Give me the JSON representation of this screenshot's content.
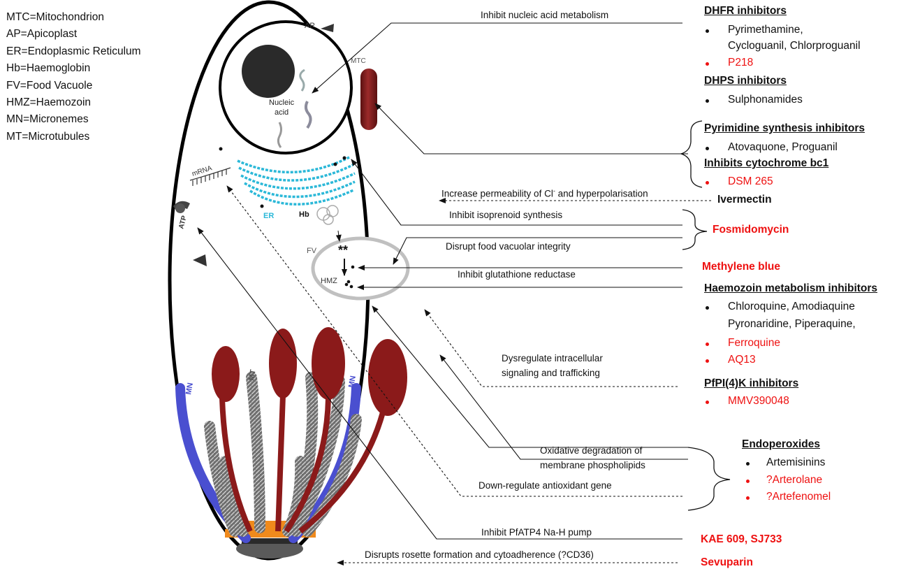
{
  "legend": [
    "MTC=Mitochondrion",
    "AP=Apicoplast",
    "ER=Endoplasmic Reticulum",
    "Hb=Haemoglobin",
    "FV=Food Vacuole",
    "HMZ=Haemozoin",
    "MN=Micronemes",
    "MT=Microtubules"
  ],
  "cell_labels": {
    "ap": "AP",
    "mtc": "MTC",
    "nucleic_acid": "Nucleic acid",
    "mrna": "mRNA",
    "er": "ER",
    "hb": "Hb",
    "fv": "FV",
    "hmz": "HMZ",
    "atp": "ATP",
    "mn": "MN",
    "mt": "MT"
  },
  "mechanisms": {
    "nucleic": "Inhibit nucleic acid metabolism",
    "permeability_a": "Increase permeability of Cl",
    "permeability_sup": "-",
    "permeability_b": " and hyperpolarisation",
    "isoprenoid": "Inhibit isoprenoid synthesis",
    "food_vacuole": "Disrupt food vacuolar integrity",
    "glutathione": "Inhibit glutathione reductase",
    "signaling_1": "Dysregulate intracellular",
    "signaling_2": "signaling and trafficking",
    "oxidative_1": "Oxidative degradation of",
    "oxidative_2": "membrane phospholipids",
    "antioxidant": "Down-regulate antioxidant gene",
    "pfatp4": "Inhibit PfATP4 Na-H pump",
    "rosette": "Disrupts rosette formation and cytoadherence (?CD36)"
  },
  "drugs": {
    "dhfr_heading": "DHFR inhibitors",
    "dhfr_1a": "Pyrimethamine,",
    "dhfr_1b": "Cycloguanil, Chlorproguanil",
    "dhfr_2": "P218",
    "dhps_heading": "DHPS inhibitors",
    "dhps_1": "Sulphonamides",
    "pyrimidine_heading": "Pyrimidine synthesis inhibitors",
    "pyrimidine_1": "Atovaquone, Proguanil",
    "bc1_heading": "Inhibits cytochrome bc1",
    "bc1_1": "DSM 265",
    "ivermectin": "Ivermectin",
    "fosmidomycin": "Fosmidomycin",
    "methylene_blue": "Methylene blue",
    "hmz_heading": "Haemozoin metabolism inhibitors",
    "hmz_1a": "Chloroquine, Amodiaquine",
    "hmz_1b": "Pyronaridine, Piperaquine,",
    "hmz_2": "Ferroquine",
    "hmz_3": "AQ13",
    "pfpi4k_heading": "PfPI(4)K inhibitors",
    "pfpi4k_1": "MMV390048",
    "endo_heading": "Endoperoxides",
    "endo_1": "Artemisinins",
    "endo_2": "?Arterolane",
    "endo_3": "?Artefenomel",
    "kae": "KAE 609, SJ733",
    "sevuparin": "Sevuparin"
  },
  "colors": {
    "drug_red": "#ee1111",
    "microneme_blue": "#4a4fd0",
    "rhoptry_red": "#8b1a1a",
    "er_cyan": "#2bb8d8",
    "apical_orange": "#f08a1c"
  }
}
